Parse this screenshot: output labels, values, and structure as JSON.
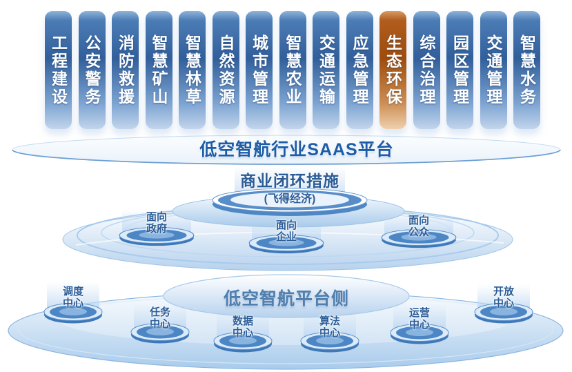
{
  "diagram": {
    "industries": {
      "items": [
        {
          "label": "工程建设"
        },
        {
          "label": "公安警务"
        },
        {
          "label": "消防救援"
        },
        {
          "label": "智慧矿山"
        },
        {
          "label": "智慧林草"
        },
        {
          "label": "自然资源"
        },
        {
          "label": "城市管理"
        },
        {
          "label": "智慧农业"
        },
        {
          "label": "交通运输"
        },
        {
          "label": "应急管理"
        },
        {
          "label": "生态环保",
          "highlight": true
        },
        {
          "label": "综合治理"
        },
        {
          "label": "园区管理"
        },
        {
          "label": "交通管理"
        },
        {
          "label": "智慧水务"
        }
      ]
    },
    "saas_platform": {
      "title": "低空智航行业SAAS平台"
    },
    "business_layer": {
      "title": "商业闭环措施",
      "subtitle": "(飞得经济)",
      "audiences": [
        {
          "label": "面向\n政府"
        },
        {
          "label": "面向\n企业"
        },
        {
          "label": "面向\n公众"
        }
      ]
    },
    "platform_layer": {
      "title": "低空智航平台侧",
      "centers": [
        {
          "label": "调度\n中心"
        },
        {
          "label": "任务\n中心"
        },
        {
          "label": "数据\n中心"
        },
        {
          "label": "算法\n中心"
        },
        {
          "label": "运营\n中心"
        },
        {
          "label": "开放\n中心"
        }
      ]
    },
    "colors": {
      "pill_blue": "#33649f",
      "pill_orange": "#9d4c0d",
      "title_blue": "#1d5ca6",
      "label_blue": "#2b5c96",
      "platter_edge": "#8ab5e2"
    }
  }
}
